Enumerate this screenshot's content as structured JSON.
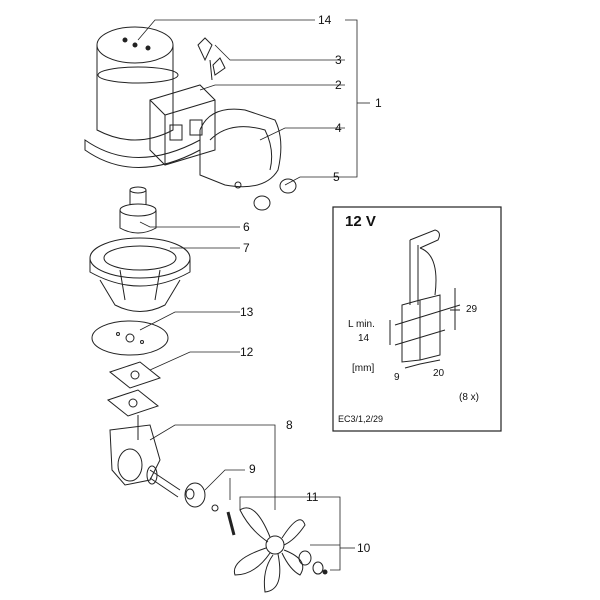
{
  "callouts": {
    "c14": "14",
    "c3": "3",
    "c2": "2",
    "c1": "1",
    "c4": "4",
    "c5": "5",
    "c6": "6",
    "c7": "7",
    "c13": "13",
    "c12": "12",
    "c8": "8",
    "c9": "9",
    "c11": "11",
    "c10": "10"
  },
  "inset": {
    "voltage": "12 V",
    "lmin": "L min.",
    "lmin_value": "14",
    "height": "29",
    "unit": "[mm]",
    "width": "9",
    "depth": "20",
    "quantity": "(8 x)",
    "reference": "EC3/1,2/29"
  }
}
